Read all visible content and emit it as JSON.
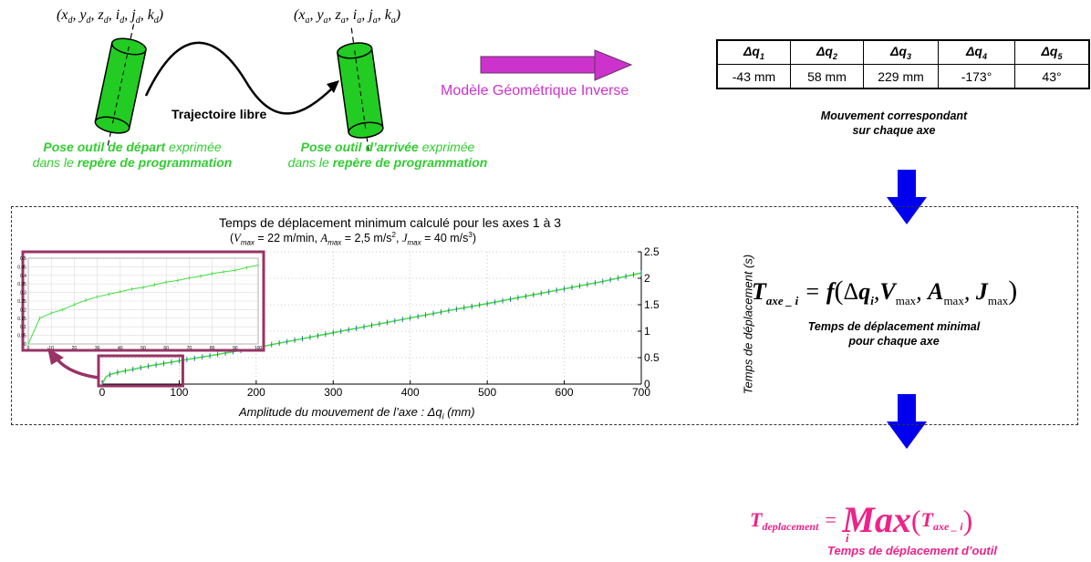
{
  "top": {
    "start_pose": "(x",
    "start_pose_sub": "d",
    "start_pose_rest": ", y",
    "end_pose": "(x",
    "traj_label": "Trajectoire libre",
    "start_caption_line1_bold": "Pose outil de départ",
    "start_caption_line1_rest": " exprimée",
    "start_caption_line2_plain": "dans le ",
    "start_caption_line2_bold": "repère de programmation",
    "end_caption_line1_bold": "Pose outil d’arrivée",
    "end_caption_line1_rest": " exprimée",
    "end_caption_line2_plain": "dans le ",
    "end_caption_line2_bold": "repère de programmation",
    "mgi_label": "Modèle Géométrique Inverse"
  },
  "table": {
    "headers": [
      "Δq",
      "Δq",
      "Δq",
      "Δq",
      "Δq"
    ],
    "header_subs": [
      "1",
      "2",
      "3",
      "4",
      "5"
    ],
    "values": [
      "-43 mm",
      "58 mm",
      "229 mm",
      "-173°",
      "43°"
    ],
    "caption_line1": "Mouvement correspondant",
    "caption_line2": "sur chaque axe"
  },
  "chart_data": {
    "type": "line",
    "title": "Temps de déplacement minimum calculé pour les axes 1 à 3",
    "subtitle_parts": [
      "(V",
      "max",
      " = 22 m/min, ",
      "A",
      "max",
      " = 2,5 m/s",
      "2",
      ", ",
      "J",
      "max",
      " = 40 m/s",
      "3",
      ")"
    ],
    "xlabel": "Amplitude du mouvement de l’axe : Δq",
    "xlabel_sub": "i",
    "xlabel_unit": " (mm)",
    "ylabel": "Temps de déplacement (s)",
    "xlim": [
      0,
      700
    ],
    "ylim": [
      0,
      2.5
    ],
    "x_ticks": [
      "0",
      "100",
      "200",
      "300",
      "400",
      "500",
      "600",
      "700"
    ],
    "y_ticks": [
      "0",
      "0.5",
      "1",
      "1.5",
      "2",
      "2.5"
    ],
    "grid": true,
    "series": [
      {
        "color": "#44dd44",
        "x": [
          0,
          5,
          10,
          15,
          20,
          30,
          40,
          50,
          60,
          80,
          100,
          150,
          200,
          250,
          300,
          350,
          400,
          450,
          500,
          550,
          600,
          650,
          700
        ],
        "y": [
          0,
          0.14,
          0.18,
          0.2,
          0.22,
          0.25,
          0.28,
          0.31,
          0.34,
          0.39,
          0.44,
          0.56,
          0.69,
          0.83,
          0.97,
          1.11,
          1.25,
          1.39,
          1.52,
          1.66,
          1.8,
          1.94,
          2.1
        ]
      }
    ],
    "inset": {
      "xlim": [
        0,
        100
      ],
      "ylim": [
        0,
        0.5
      ],
      "x_ticks": [
        "0",
        "10",
        "20",
        "30",
        "40",
        "50",
        "60",
        "70",
        "80",
        "90",
        "100"
      ],
      "y_ticks": [
        "0",
        "0.05",
        "0.1",
        "0.15",
        "0.2",
        "0.25",
        "0.3",
        "0.35",
        "0.4",
        "0.45",
        "0.5"
      ],
      "x": [
        0,
        5,
        10,
        15,
        20,
        25,
        30,
        35,
        40,
        45,
        50,
        55,
        60,
        65,
        70,
        75,
        80,
        85,
        90,
        95,
        100
      ],
      "y": [
        0,
        0.15,
        0.18,
        0.2,
        0.23,
        0.255,
        0.275,
        0.29,
        0.305,
        0.32,
        0.33,
        0.345,
        0.36,
        0.37,
        0.385,
        0.395,
        0.41,
        0.42,
        0.43,
        0.445,
        0.46
      ]
    }
  },
  "formula1": {
    "T": "T",
    "sub": "axe _ i",
    "rest": " = f ",
    "caption_line1": "Temps de déplacement minimal",
    "caption_line2": "pour chaque axe"
  },
  "formula2": {
    "T": "T",
    "sub": "deplacement",
    "eq": " = ",
    "max": "Max",
    "i": "i",
    "caption": "Temps de déplacement d’outil"
  },
  "colors": {
    "cylinder": "#22cc22",
    "arrow_magenta": "#cc33cc",
    "arrow_blue": "#0000ee",
    "green_text": "#33cc33",
    "magenta_text": "#dd2288",
    "inset_border": "#993366"
  }
}
